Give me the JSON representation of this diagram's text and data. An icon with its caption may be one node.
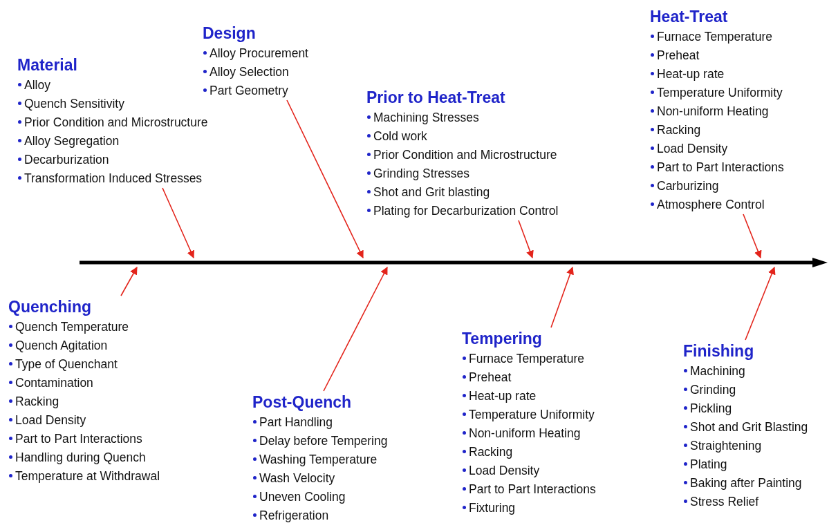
{
  "diagram": {
    "nodes": [
      {
        "text": [
          "Material",
          "Alloy",
          "Quench Sensitivity",
          "Prior Condition and Microstructure",
          "Alloy Segregation",
          "Decarburization",
          "Transformation Induced Stresses"
        ]
      },
      {
        "text": [
          "Design",
          "Alloy Procurement",
          "Alloy Selection",
          "Part Geometry"
        ]
      },
      {
        "text": [
          "Prior to Heat-Treat",
          "Machining Stresses",
          "Cold work",
          "Prior Condition and Microstructure",
          "Grinding Stresses",
          "Shot and Grit blasting",
          "Plating for Decarburization Control"
        ]
      },
      {
        "text": [
          "Heat-Treat",
          "Furnace Temperature",
          "Preheat",
          "Heat-up rate",
          "Temperature Uniformity",
          "Non-uniform Heating",
          "Racking",
          "Load Density",
          "Part to Part Interactions",
          "Carburizing",
          "Atmosphere Control"
        ]
      },
      {
        "text": [],
        "shape": "arrow"
      },
      {
        "text": [
          "Quenching",
          "Quench Temperature",
          "Quench Agitation",
          "Type of Quenchant",
          "Contamination",
          "Racking",
          "Load Density",
          "Part to Part Interactions",
          "Handling during Quench",
          "Temperature at Withdrawal"
        ]
      },
      {
        "text": [
          "Post-Quench",
          "Part Handling",
          "Delay before Tempering",
          "Washing Temperature",
          "Wash Velocity",
          "Uneven Cooling",
          "Refrigeration"
        ]
      },
      {
        "text": [
          "Tempering",
          "Furnace Temperature",
          "Preheat",
          "Heat-up rate",
          "Temperature Uniformity",
          "Non-uniform Heating",
          "Racking",
          "Load Density",
          "Part to Part Interactions",
          "Fixturing"
        ]
      },
      {
        "text": [
          "Finishing",
          "Machining",
          "Grinding",
          "Pickling",
          "Shot and Grit Blasting",
          "Straightening",
          "Plating",
          "Baking after Painting",
          "Stress Relief"
        ]
      }
    ],
    "edges": [
      {
        "from": 0,
        "to": 4,
        "arrow": "to"
      },
      {
        "from": 1,
        "to": 4,
        "arrow": "to"
      },
      {
        "from": 2,
        "to": 4,
        "arrow": "to"
      },
      {
        "from": 3,
        "to": 4,
        "arrow": "to"
      },
      {
        "from": 5,
        "to": 4,
        "arrow": "to"
      },
      {
        "from": 6,
        "to": 4,
        "arrow": "to"
      },
      {
        "from": 7,
        "to": 4,
        "arrow": "to"
      },
      {
        "from": 8,
        "to": 4,
        "arrow": "to"
      }
    ]
  }
}
